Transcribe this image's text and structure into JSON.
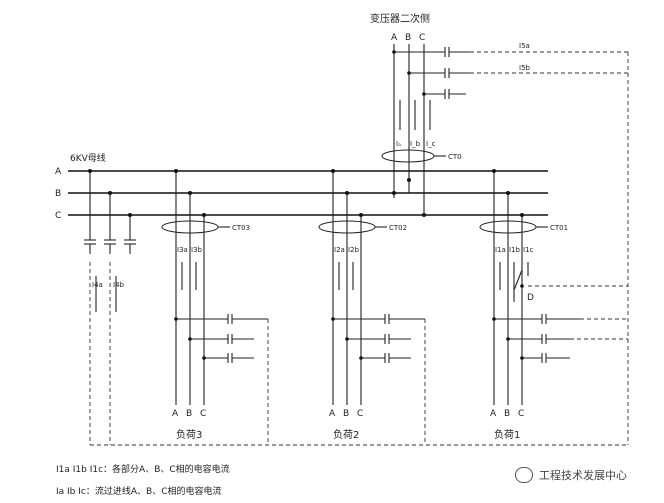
{
  "title": "变压器二次侧",
  "bus_label": "6KV母线",
  "phases": [
    "A",
    "B",
    "C"
  ],
  "ct_labels": {
    "ct0": "CT0",
    "ct01": "CT01",
    "ct02": "CT02",
    "ct03": "CT03"
  },
  "currents": {
    "ia": "Iₐ",
    "ib": "I_b",
    "ic": "I_c",
    "i1a": "I1a",
    "i1b": "I1b",
    "i1c": "I1c",
    "i2a": "I2a",
    "i2b": "I2b",
    "i3a": "I3a",
    "i3b": "I3b",
    "i4a": "I4a",
    "i4b": "I4b",
    "i5a": "I5a",
    "i5b": "I5b"
  },
  "loads": [
    "负荷3",
    "负荷2",
    "负荷1"
  ],
  "d_label": "D",
  "legend": [
    "I1a I1b I1c：各部分A、B、C相的电容电流",
    "Ia Ib Ic：流过进线A、B、C相的电容电流"
  ],
  "watermark": "工程技术发展中心"
}
